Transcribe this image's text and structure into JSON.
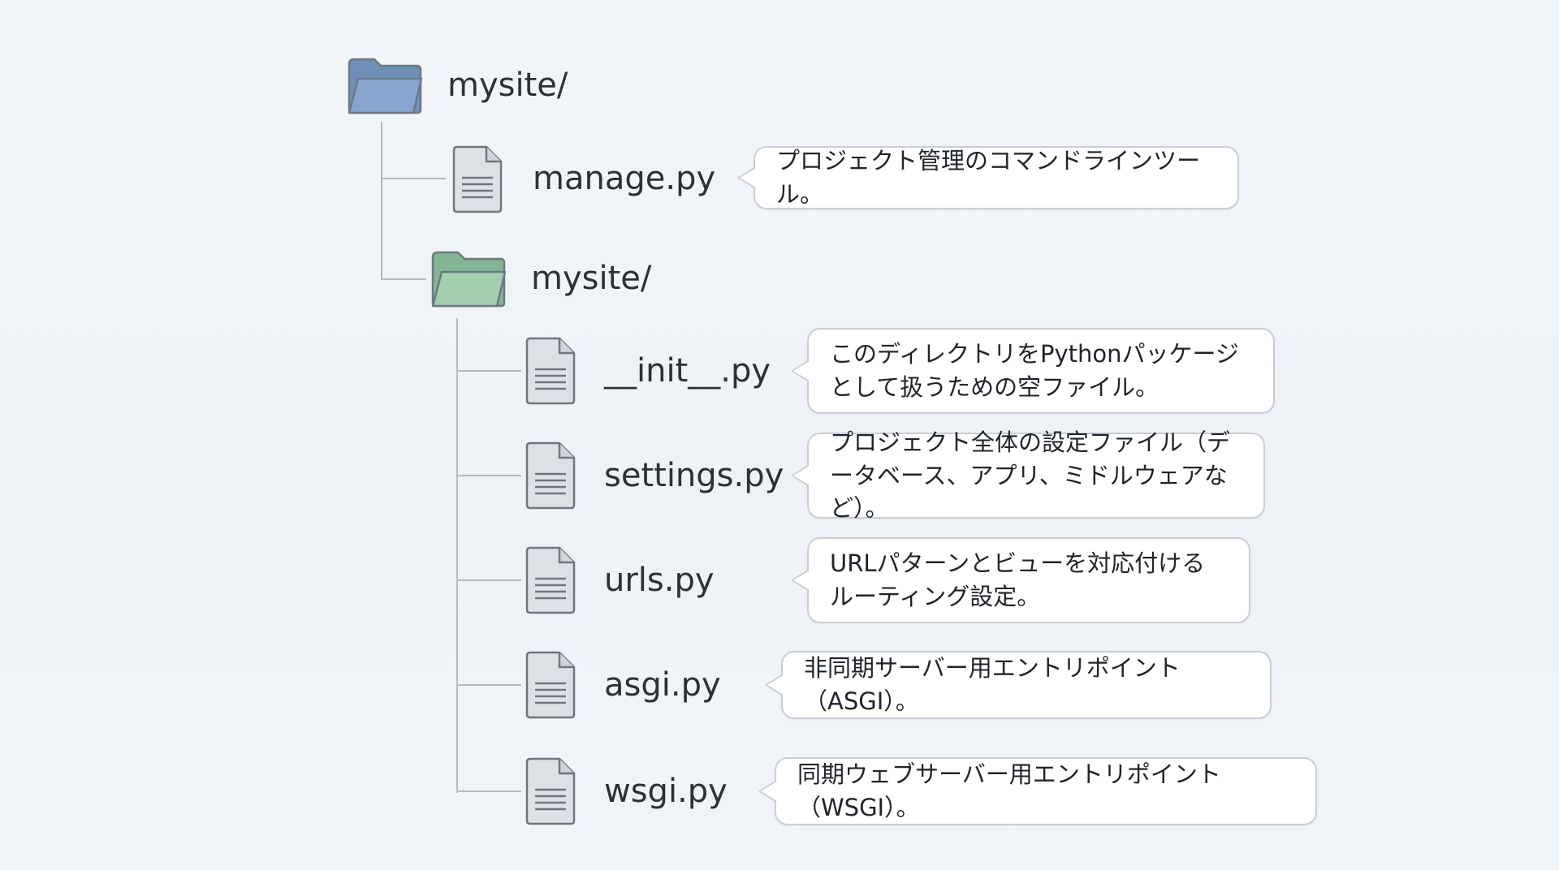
{
  "colors": {
    "root_folder": "#87a5cf",
    "sub_folder": "#a3cfae",
    "file_icon": "#dde1e6",
    "connector": "#b3bac2"
  },
  "root": {
    "name": "mysite/",
    "icon": "folder-icon"
  },
  "manage": {
    "name": "manage.py",
    "icon": "file-icon",
    "desc": "プロジェクト管理のコマンドラインツール。"
  },
  "package": {
    "name": "mysite/",
    "icon": "folder-icon",
    "files": [
      {
        "name": "__init__.py",
        "icon": "file-icon",
        "desc": "このディレクトリをPythonパッケージとして扱うための空ファイル。"
      },
      {
        "name": "settings.py",
        "icon": "file-icon",
        "desc": "プロジェクト全体の設定ファイル（データベース、アプリ、ミドルウェアなど）。"
      },
      {
        "name": "urls.py",
        "icon": "file-icon",
        "desc": "URLパターンとビューを対応付けるルーティング設定。"
      },
      {
        "name": "asgi.py",
        "icon": "file-icon",
        "desc": "非同期サーバー用エントリポイント（ASGI）。"
      },
      {
        "name": "wsgi.py",
        "icon": "file-icon",
        "desc": "同期ウェブサーバー用エントリポイント（WSGI）。"
      }
    ]
  }
}
